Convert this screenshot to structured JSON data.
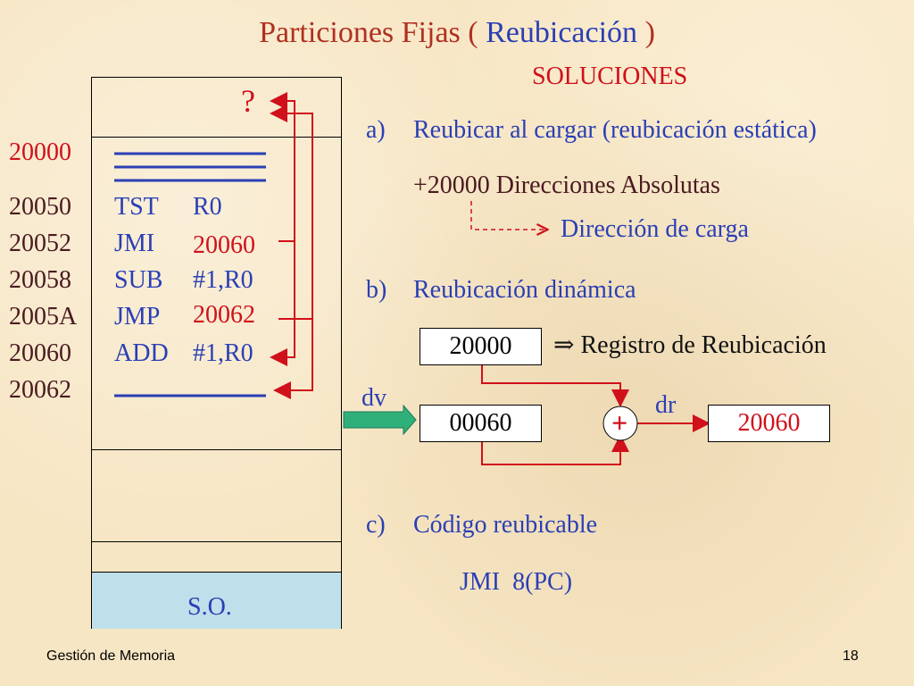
{
  "title": {
    "part1": "Particiones Fijas ( ",
    "part2": "Reubicación",
    "part3": " )"
  },
  "solutions_heading": "SOLUCIONES",
  "memory": {
    "question_mark": "?",
    "addresses": [
      "20000",
      "20050",
      "20052",
      "20058",
      "2005A",
      "20060",
      "20062"
    ],
    "rows": [
      {
        "op": "TST",
        "arg": "R0"
      },
      {
        "op": "JMI",
        "arg": "20060"
      },
      {
        "op": "SUB",
        "arg": "#1,R0"
      },
      {
        "op": "JMP",
        "arg": "20062"
      },
      {
        "op": "ADD",
        "arg": "#1,R0"
      }
    ],
    "os_label": "S.O."
  },
  "solution_a": {
    "marker": "a)",
    "text": "Reubicar al cargar (reubicación estática)",
    "line2": "+20000 Direcciones Absolutas",
    "load_address": "Dirección de carga"
  },
  "solution_b": {
    "marker": "b)",
    "text": "Reubicación dinámica",
    "register_value": "20000",
    "register_label": "⇒ Registro de Reubicación",
    "dv_label": "dv",
    "dv_value": "00060",
    "plus": "+",
    "dr_label": "dr",
    "dr_value": "20060"
  },
  "solution_c": {
    "marker": "c)",
    "text": "Código reubicable",
    "code": "JMI  8(PC)"
  },
  "footer": {
    "left": "Gestión de Memoria",
    "page": "18"
  },
  "colors": {
    "red": "#d0101a",
    "blue": "#2a3fb5",
    "green": "#1a9a6a"
  }
}
